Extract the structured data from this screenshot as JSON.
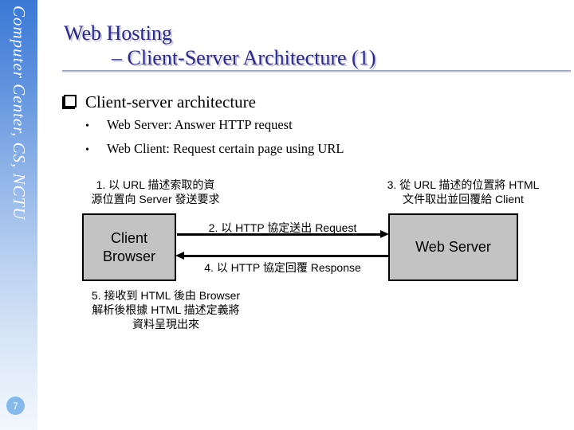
{
  "slide": {
    "title_line1": "Web Hosting",
    "title_line2": "– Client-Server Architecture (1)"
  },
  "sidebar": {
    "org": "Computer Center, CS, NCTU",
    "page_number": "7"
  },
  "bullets": {
    "main": "Client-server architecture",
    "sub_glyph": "•",
    "subs": [
      "Web Server: Answer HTTP request",
      "Web Client: Request certain page using URL"
    ]
  },
  "diagram": {
    "step1": {
      "line1": "1. 以 URL 描述索取的資",
      "line2": "源位置向 Server 發送要求"
    },
    "step2_label": "2. 以 HTTP 協定送出 Request",
    "step3": {
      "line1": "3. 從 URL 描述的位置將 HTML",
      "line2": "文件取出並回覆給 Client"
    },
    "step4_label": "4. 以 HTTP 協定回覆 Response",
    "step5": {
      "line1": "5. 接收到 HTML 後由 Browser",
      "line2": "解析後根據 HTML 描述定義將",
      "line3": "資料呈現出來"
    },
    "client_box": {
      "line1": "Client",
      "line2": "Browser"
    },
    "server_box_label": "Web Server"
  },
  "colors": {
    "title_text": "#2b2b7b",
    "title_shadow": "#c6c6e8",
    "box_fill": "#c3c3c3",
    "arrow": "#000000",
    "sidebar_top": "#3a78d5",
    "sidebar_bottom": "#f2f7fd",
    "badge_fill": "#85b9ec",
    "badge_text": "#ffffff"
  }
}
